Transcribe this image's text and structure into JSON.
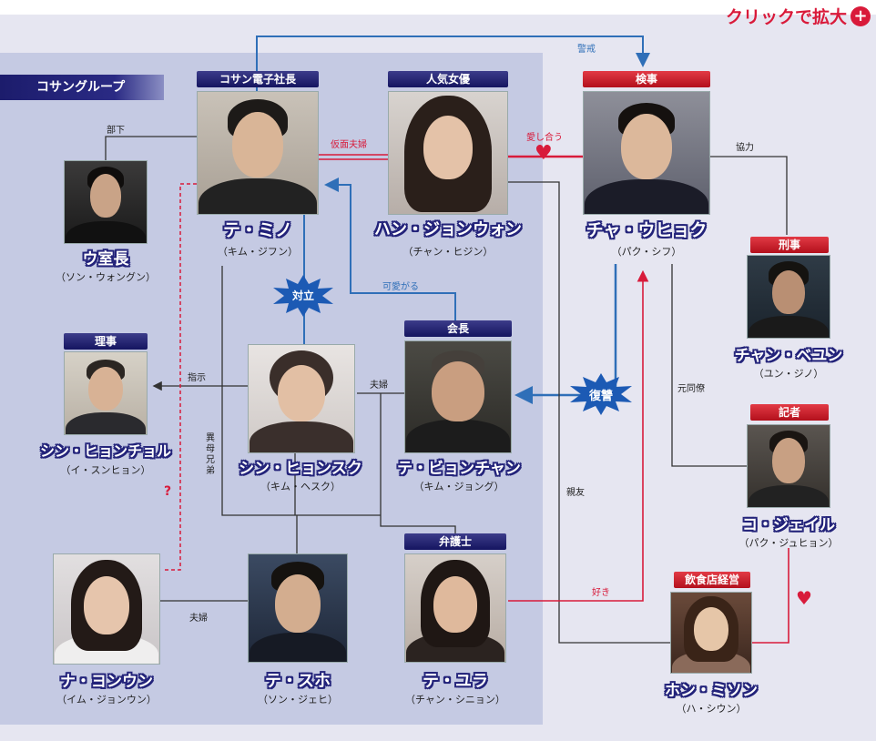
{
  "header": {
    "zoom_label": "クリックで拡大",
    "zoom_icon": "zoom-in-icon"
  },
  "group": {
    "label": "コサングループ"
  },
  "people": {
    "teminoo": {
      "role": "コサン電子社長",
      "name": "テ・ミノ",
      "actor": "（キム・ジフン）"
    },
    "hanjeongwon": {
      "role": "人気女優",
      "name": "ハン・ジョンウォン",
      "actor": "（チャン・ヒジン）"
    },
    "chauhyok": {
      "role": "検事",
      "name": "チャ・ウヒョク",
      "actor": "（パク・シフ）"
    },
    "ushicho": {
      "role": "",
      "name": "ウ室長",
      "actor": "（ソン・ウォングン）"
    },
    "chanbeyun": {
      "role": "刑事",
      "name": "チャン・ベユン",
      "actor": "（ユン・ジノ）"
    },
    "shinhyonchol": {
      "role": "理事",
      "name": "シン・ヒョンチョル",
      "actor": "（イ・スンヒョン）"
    },
    "shinhyonsuku": {
      "role": "",
      "name": "シン・ヒョンスク",
      "actor": "（キム・ヘスク）"
    },
    "tebyonchan": {
      "role": "会長",
      "name": "テ・ビョンチャン",
      "actor": "（キム・ジョング）"
    },
    "kojeil": {
      "role": "記者",
      "name": "コ・ジェイル",
      "actor": "（パク・ジュヒョン）"
    },
    "nayonun": {
      "role": "",
      "name": "ナ・ヨンウン",
      "actor": "（イム・ジョンウン）"
    },
    "tesuho": {
      "role": "",
      "name": "テ・スホ",
      "actor": "（ソン・ジェヒ）"
    },
    "teyura": {
      "role": "弁護士",
      "name": "テ・ユラ",
      "actor": "（チャン・シニョン）"
    },
    "honmison": {
      "role": "飲食店経営",
      "name": "ホン・ミソン",
      "actor": "（ハ・シウン）"
    }
  },
  "relations": {
    "keikai": "警戒",
    "buka": "部下",
    "kamen_fufu": "仮面夫婦",
    "aishiau": "愛し合う",
    "kyoryoku": "協力",
    "tairitsu": "対立",
    "kawaigaru": "可愛がる",
    "shiji": "指示",
    "fufu1": "夫婦",
    "ibokyodai": "異母兄弟",
    "fukushu": "復讐",
    "motodoryo": "元同僚",
    "question": "?",
    "shinyu": "親友",
    "suki": "好き",
    "fufu2": "夫婦"
  },
  "colors": {
    "navy": "#23237a",
    "blue": "#2f6fb8",
    "red": "#d81b3b",
    "panel": "#c5cae3",
    "background": "#e6e6f1"
  }
}
